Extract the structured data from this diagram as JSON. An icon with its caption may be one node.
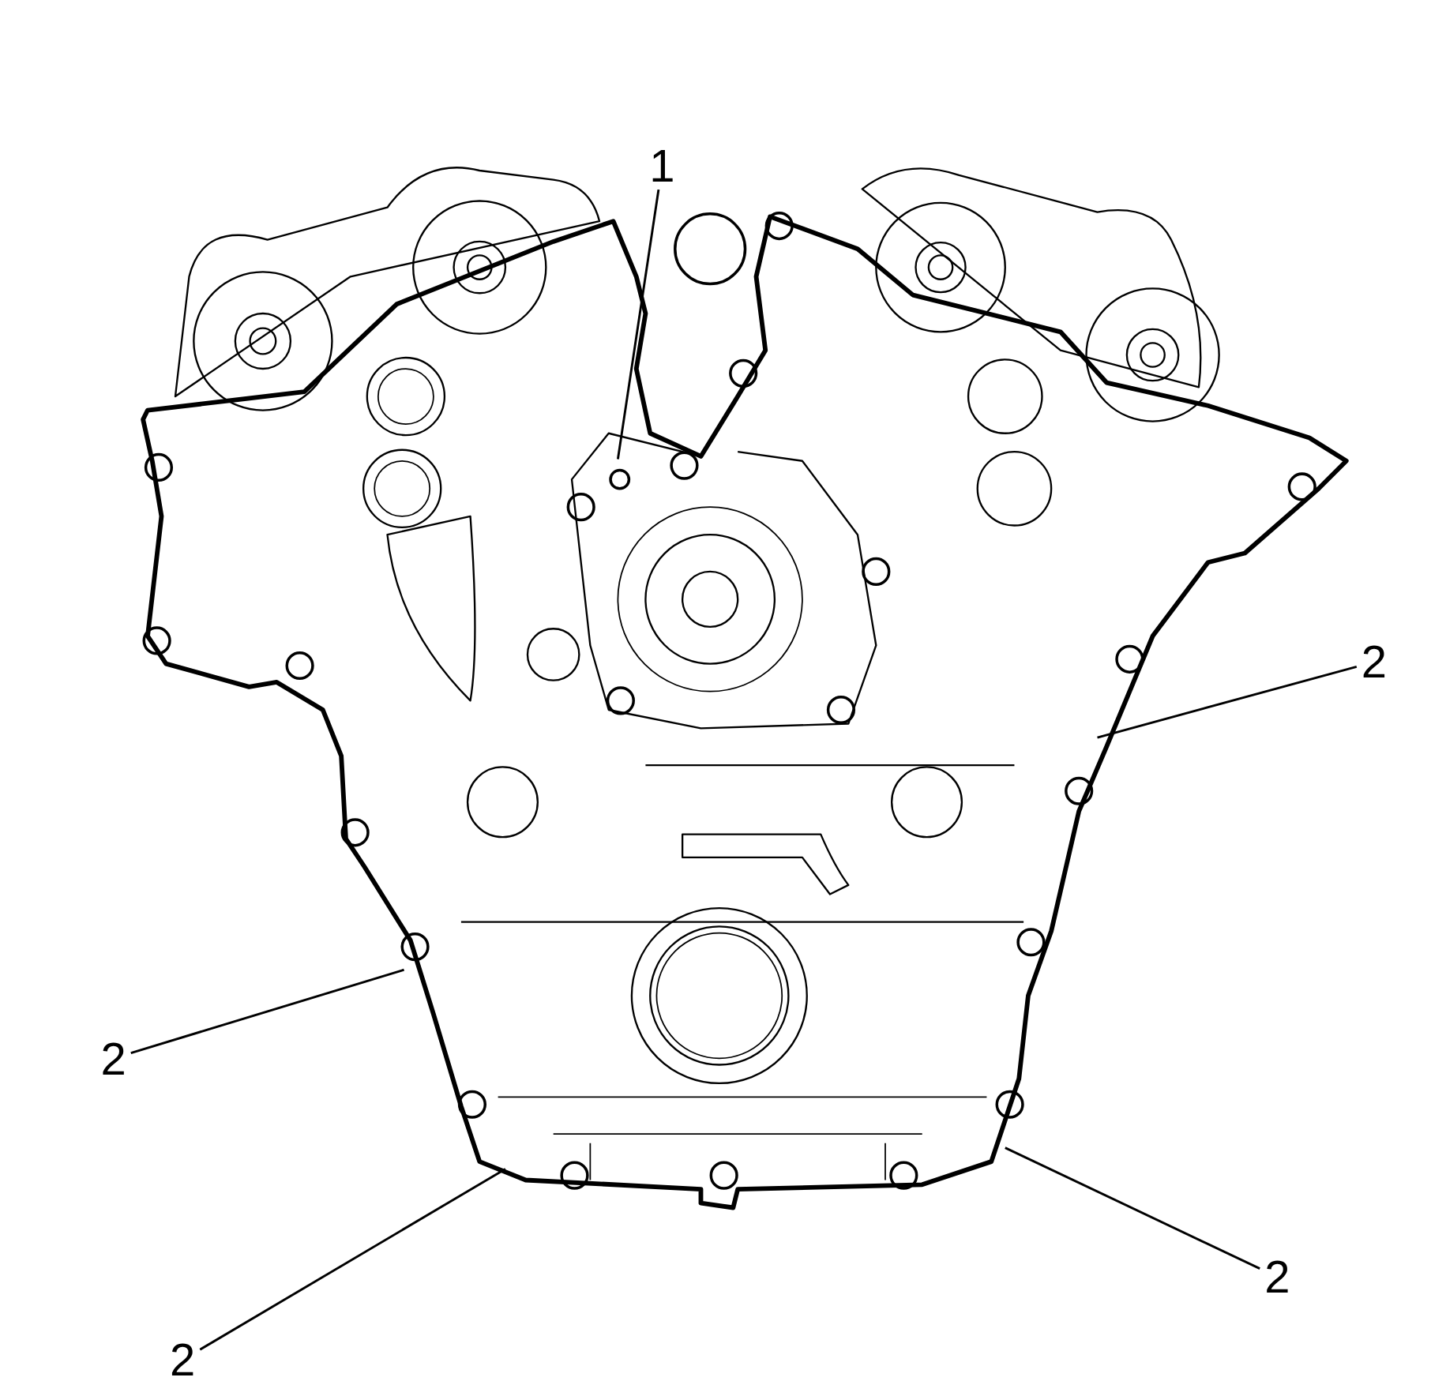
{
  "diagram": {
    "nodes": [
      {
        "text": [
          "1"
        ]
      },
      {
        "text": [
          "2"
        ]
      },
      {
        "text": [
          "2"
        ]
      },
      {
        "text": [
          "2"
        ]
      },
      {
        "text": [
          "2"
        ]
      }
    ],
    "edges": [
      {
        "from": 0,
        "to": null,
        "arrow": "none"
      },
      {
        "from": 1,
        "to": null,
        "arrow": "none"
      },
      {
        "from": 2,
        "to": null,
        "arrow": "none"
      },
      {
        "from": 3,
        "to": null,
        "arrow": "none"
      },
      {
        "from": 4,
        "to": null,
        "arrow": "none"
      }
    ]
  }
}
